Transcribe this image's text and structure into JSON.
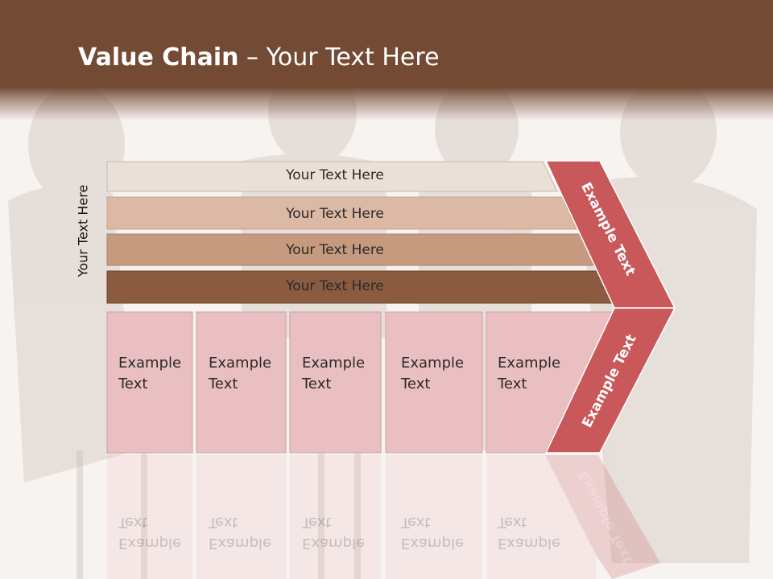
{
  "slide": {
    "title_bold": "Value Chain",
    "title_rest": " – Your Text Here",
    "vertical_label": "Your Text Here"
  },
  "bands": [
    {
      "label": "Your Text Here",
      "color": "#ebe0d8"
    },
    {
      "label": "Your Text Here",
      "color": "#dcb9a5"
    },
    {
      "label": "Your Text Here",
      "color": "#c69a7e"
    },
    {
      "label": "Your Text Here",
      "color": "#8a5b3f"
    }
  ],
  "boxes": [
    {
      "line1": "Example",
      "line2": "Text"
    },
    {
      "line1": "Example",
      "line2": "Text"
    },
    {
      "line1": "Example",
      "line2": "Text"
    },
    {
      "line1": "Example",
      "line2": "Text"
    },
    {
      "line1": "Example",
      "line2": "Text"
    }
  ],
  "chevron": {
    "upper_label": "Example Text",
    "lower_label": "Example Text",
    "color": "#c9585b"
  },
  "colors": {
    "header": "#734a33",
    "box_fill": "#eabfc1",
    "box_stroke": "#c9a0a2"
  }
}
